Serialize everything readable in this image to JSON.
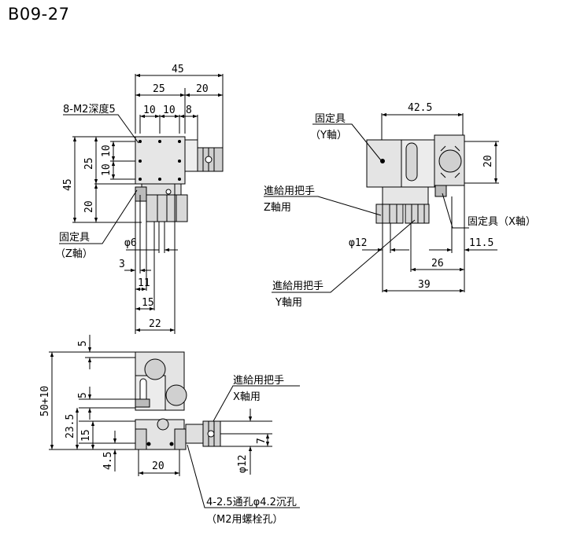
{
  "title": "B09-27",
  "top_view": {
    "dims": {
      "overall_width": "45",
      "span_25": "25",
      "span_20": "20",
      "pitch_10a": "10",
      "pitch_10b": "10",
      "span_8": "8",
      "height_45": "45",
      "height_25": "25",
      "height_20": "20",
      "vert_10a": "10",
      "vert_10b": "10",
      "phi_6": "φ6",
      "dim_3": "3",
      "dim_11": "11",
      "dim_15": "15",
      "dim_22": "22"
    },
    "labels": {
      "mount_holes": "8-M2深度5",
      "fixer_z_1": "固定具",
      "fixer_z_2": "（Z軸）"
    }
  },
  "side_view": {
    "dims": {
      "width_42_5": "42.5",
      "height_20": "20",
      "phi_12": "φ12",
      "dim_11_5": "11.5",
      "dim_26": "26",
      "dim_39": "39"
    },
    "labels": {
      "fixer_y_1": "固定具",
      "fixer_y_2": "（Y軸）",
      "knob_z_1": "進給用把手",
      "knob_z_2": "Z軸用",
      "fixer_x": "固定具（X軸）",
      "knob_y_1": "進給用把手",
      "knob_y_2": "Y軸用"
    }
  },
  "front_view": {
    "dims": {
      "dim_5_top": "5",
      "height_50_10": "50+10",
      "dim_5_mid": "5",
      "dim_23_5": "23.5",
      "dim_15": "15",
      "dim_4_5": "4.5",
      "width_20": "20",
      "phi_12": "φ12",
      "dim_7": "7"
    },
    "labels": {
      "knob_x_1": "進給用把手",
      "knob_x_2": "X軸用",
      "holes_1": "4-2.5通孔φ4.2沉孔",
      "holes_2": "（M2用螺栓孔）"
    }
  }
}
